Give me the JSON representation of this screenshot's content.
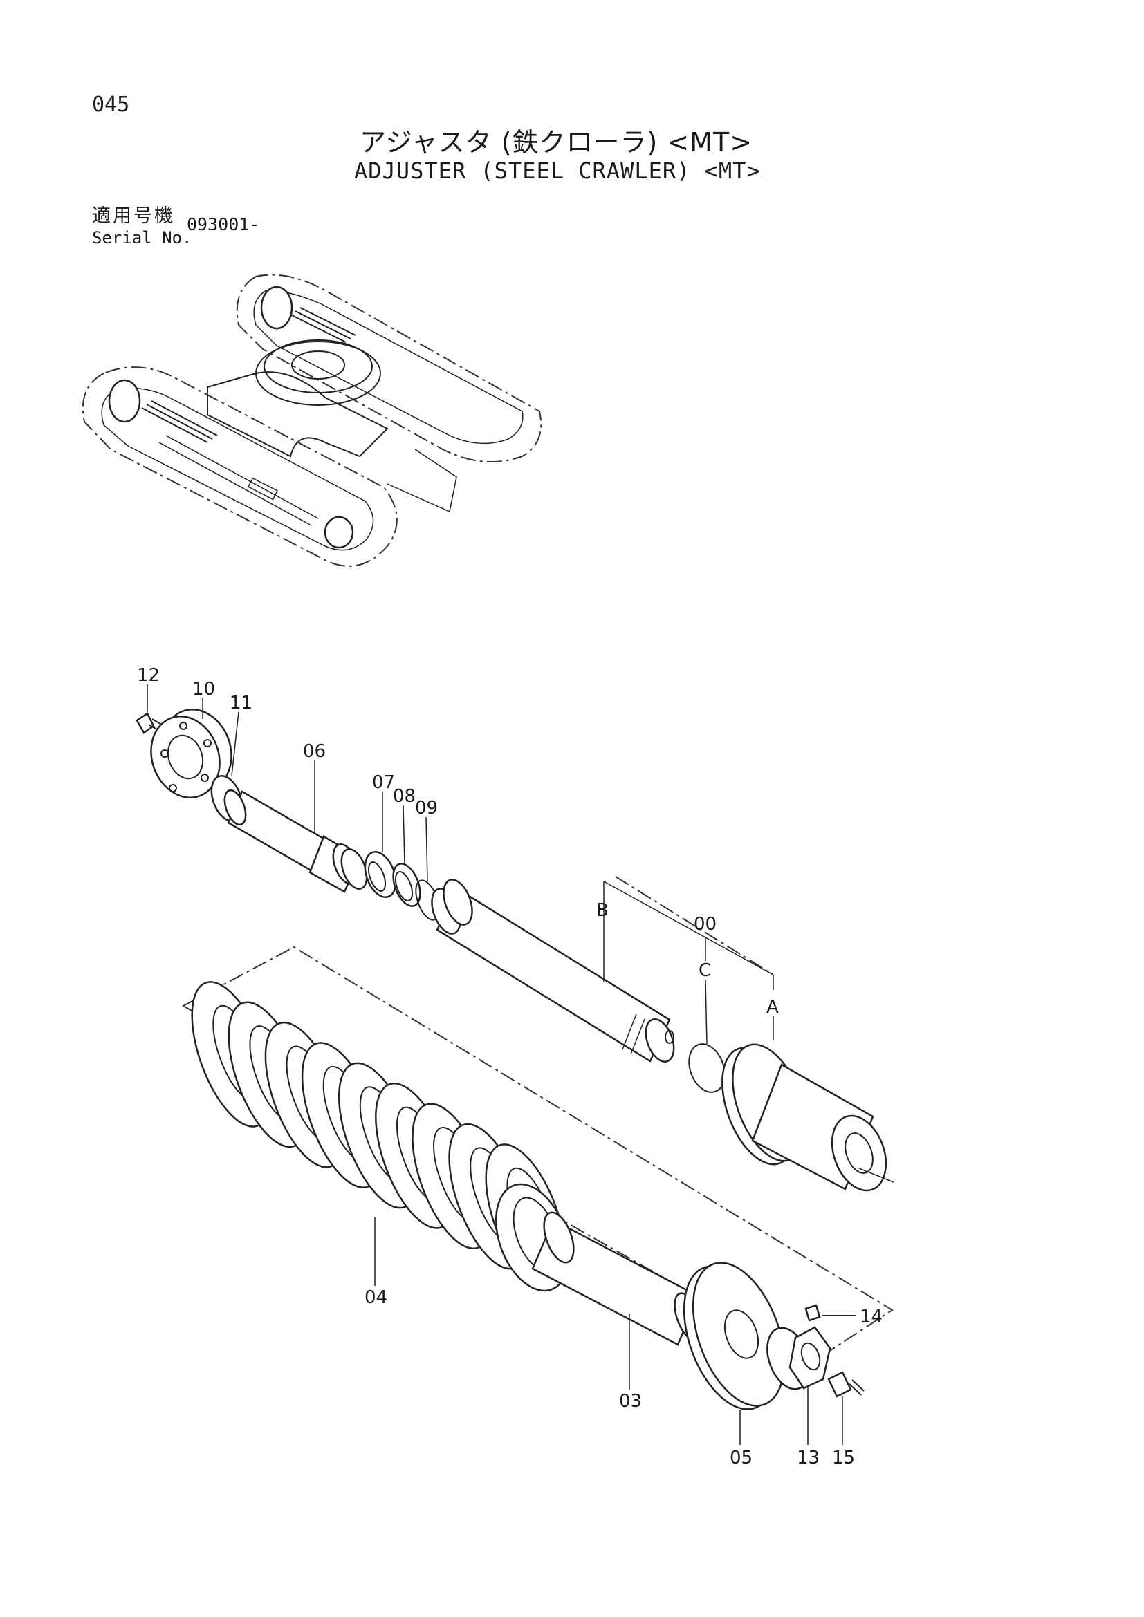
{
  "header": {
    "page_number": "045",
    "title_jp": "アジャスタ (鉄クローラ) <MT>",
    "title_en": "ADJUSTER (STEEL CRAWLER) <MT>"
  },
  "serial": {
    "label_jp": "適用号機",
    "label_en": "Serial No.",
    "value": "093001-"
  },
  "callouts": {
    "c00": "00",
    "c03": "03",
    "c04": "04",
    "c05": "05",
    "c06": "06",
    "c07": "07",
    "c08": "08",
    "c09": "09",
    "c10": "10",
    "c11": "11",
    "c12": "12",
    "c13": "13",
    "c14": "14",
    "c15": "15",
    "cA": "A",
    "cB": "B",
    "cC": "C"
  }
}
